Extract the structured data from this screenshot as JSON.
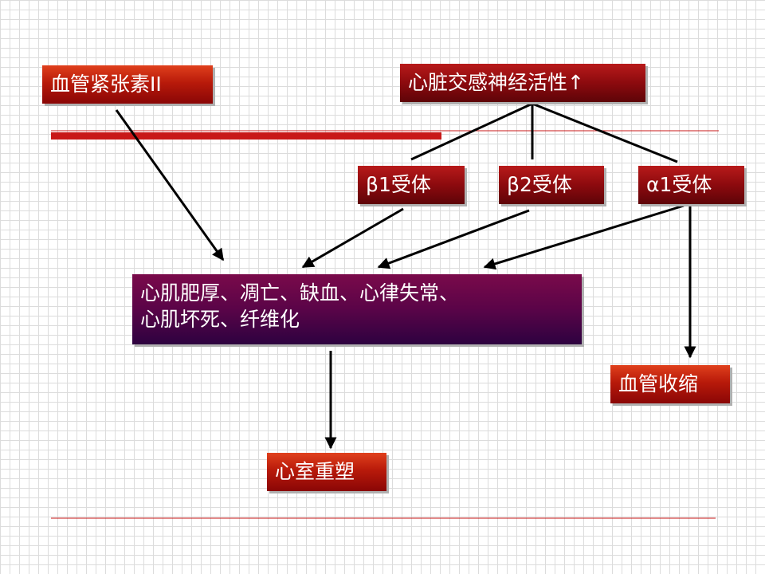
{
  "diagram": {
    "angiotensin": "血管紧张素II",
    "sympathetic": "心脏交感神经活性↑",
    "receptors": [
      "β1受体",
      "β2受体",
      "α1受体"
    ],
    "myocardial_line1": "心肌肥厚、凋亡、缺血、心律失常、",
    "myocardial_line2": "心肌坏死、纤维化",
    "vasoconstriction": "血管收缩",
    "remodeling": "心室重塑"
  },
  "colors": {
    "box_red": "#c0200e",
    "box_maroon": "#8c0a0e",
    "box_purple": "#5a0448",
    "divider_red": "#c81818",
    "arrow": "#000000"
  }
}
